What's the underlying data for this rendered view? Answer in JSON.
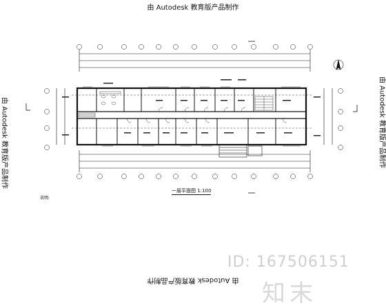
{
  "stamps": {
    "top": "由 Autodesk 教育版产品制作",
    "bottom": "由 Autodesk 教育版产品制作",
    "left": "由 Autodesk 教育版产品制作",
    "right": "由 Autodesk 教育版产品制作"
  },
  "plan": {
    "title": "一层平面图 1:100",
    "note": "说明:"
  },
  "watermark": {
    "logo": "知末",
    "id": "ID: 167506151"
  }
}
